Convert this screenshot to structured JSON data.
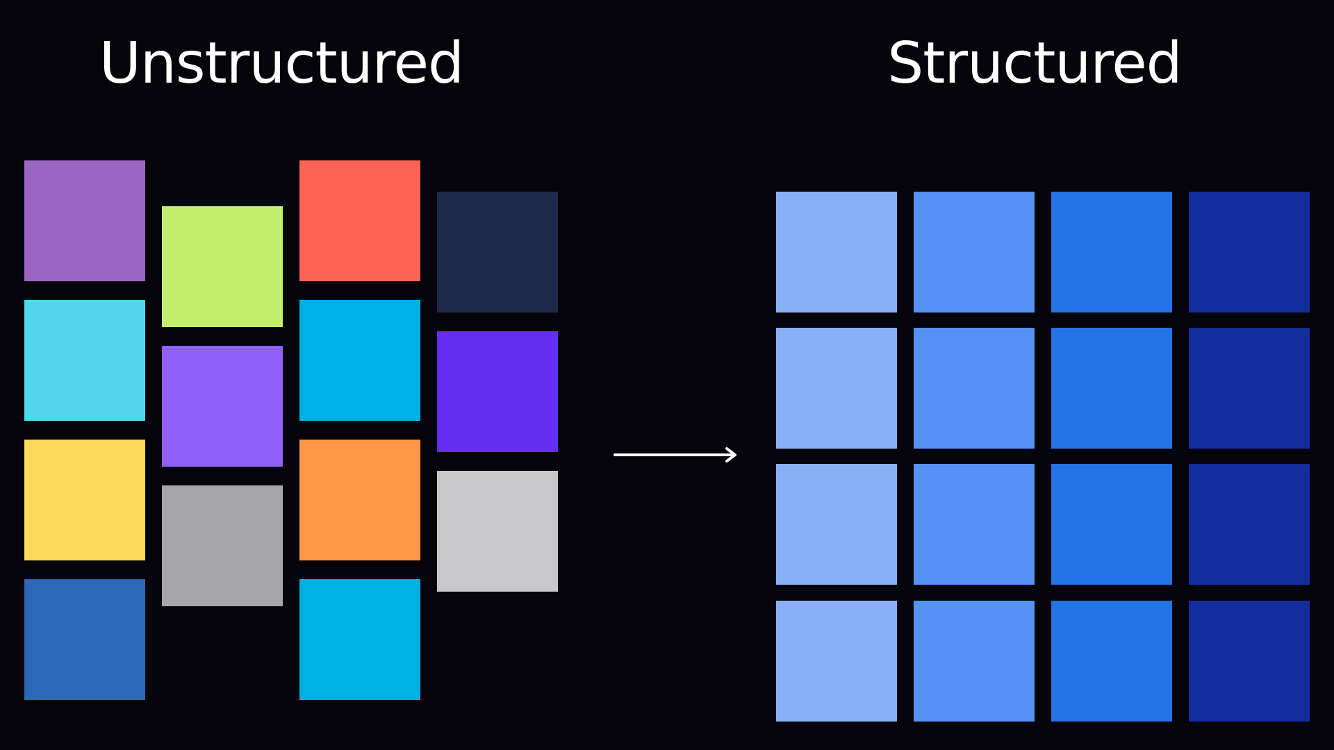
{
  "headings": {
    "left": "Unstructured",
    "right": "Structured"
  },
  "arrow_icon": "arrow-right-icon",
  "unstructured_columns": [
    [
      "#9b66c3",
      "#53d6ec",
      "#fed95a",
      "#2c68b7"
    ],
    [
      "#c3ef6e",
      "#915ffc",
      "#a6a5a8"
    ],
    [
      "#fe6455",
      "#00afe5",
      "#ff9648",
      "#00b0e4"
    ],
    [
      "#1e2a4a",
      "#652cf2",
      "#c7c6c9"
    ]
  ],
  "structured_columns": [
    "#88b0f6",
    "#5492f4",
    "#2473e7",
    "#132d9b"
  ],
  "structured_rows": 4
}
